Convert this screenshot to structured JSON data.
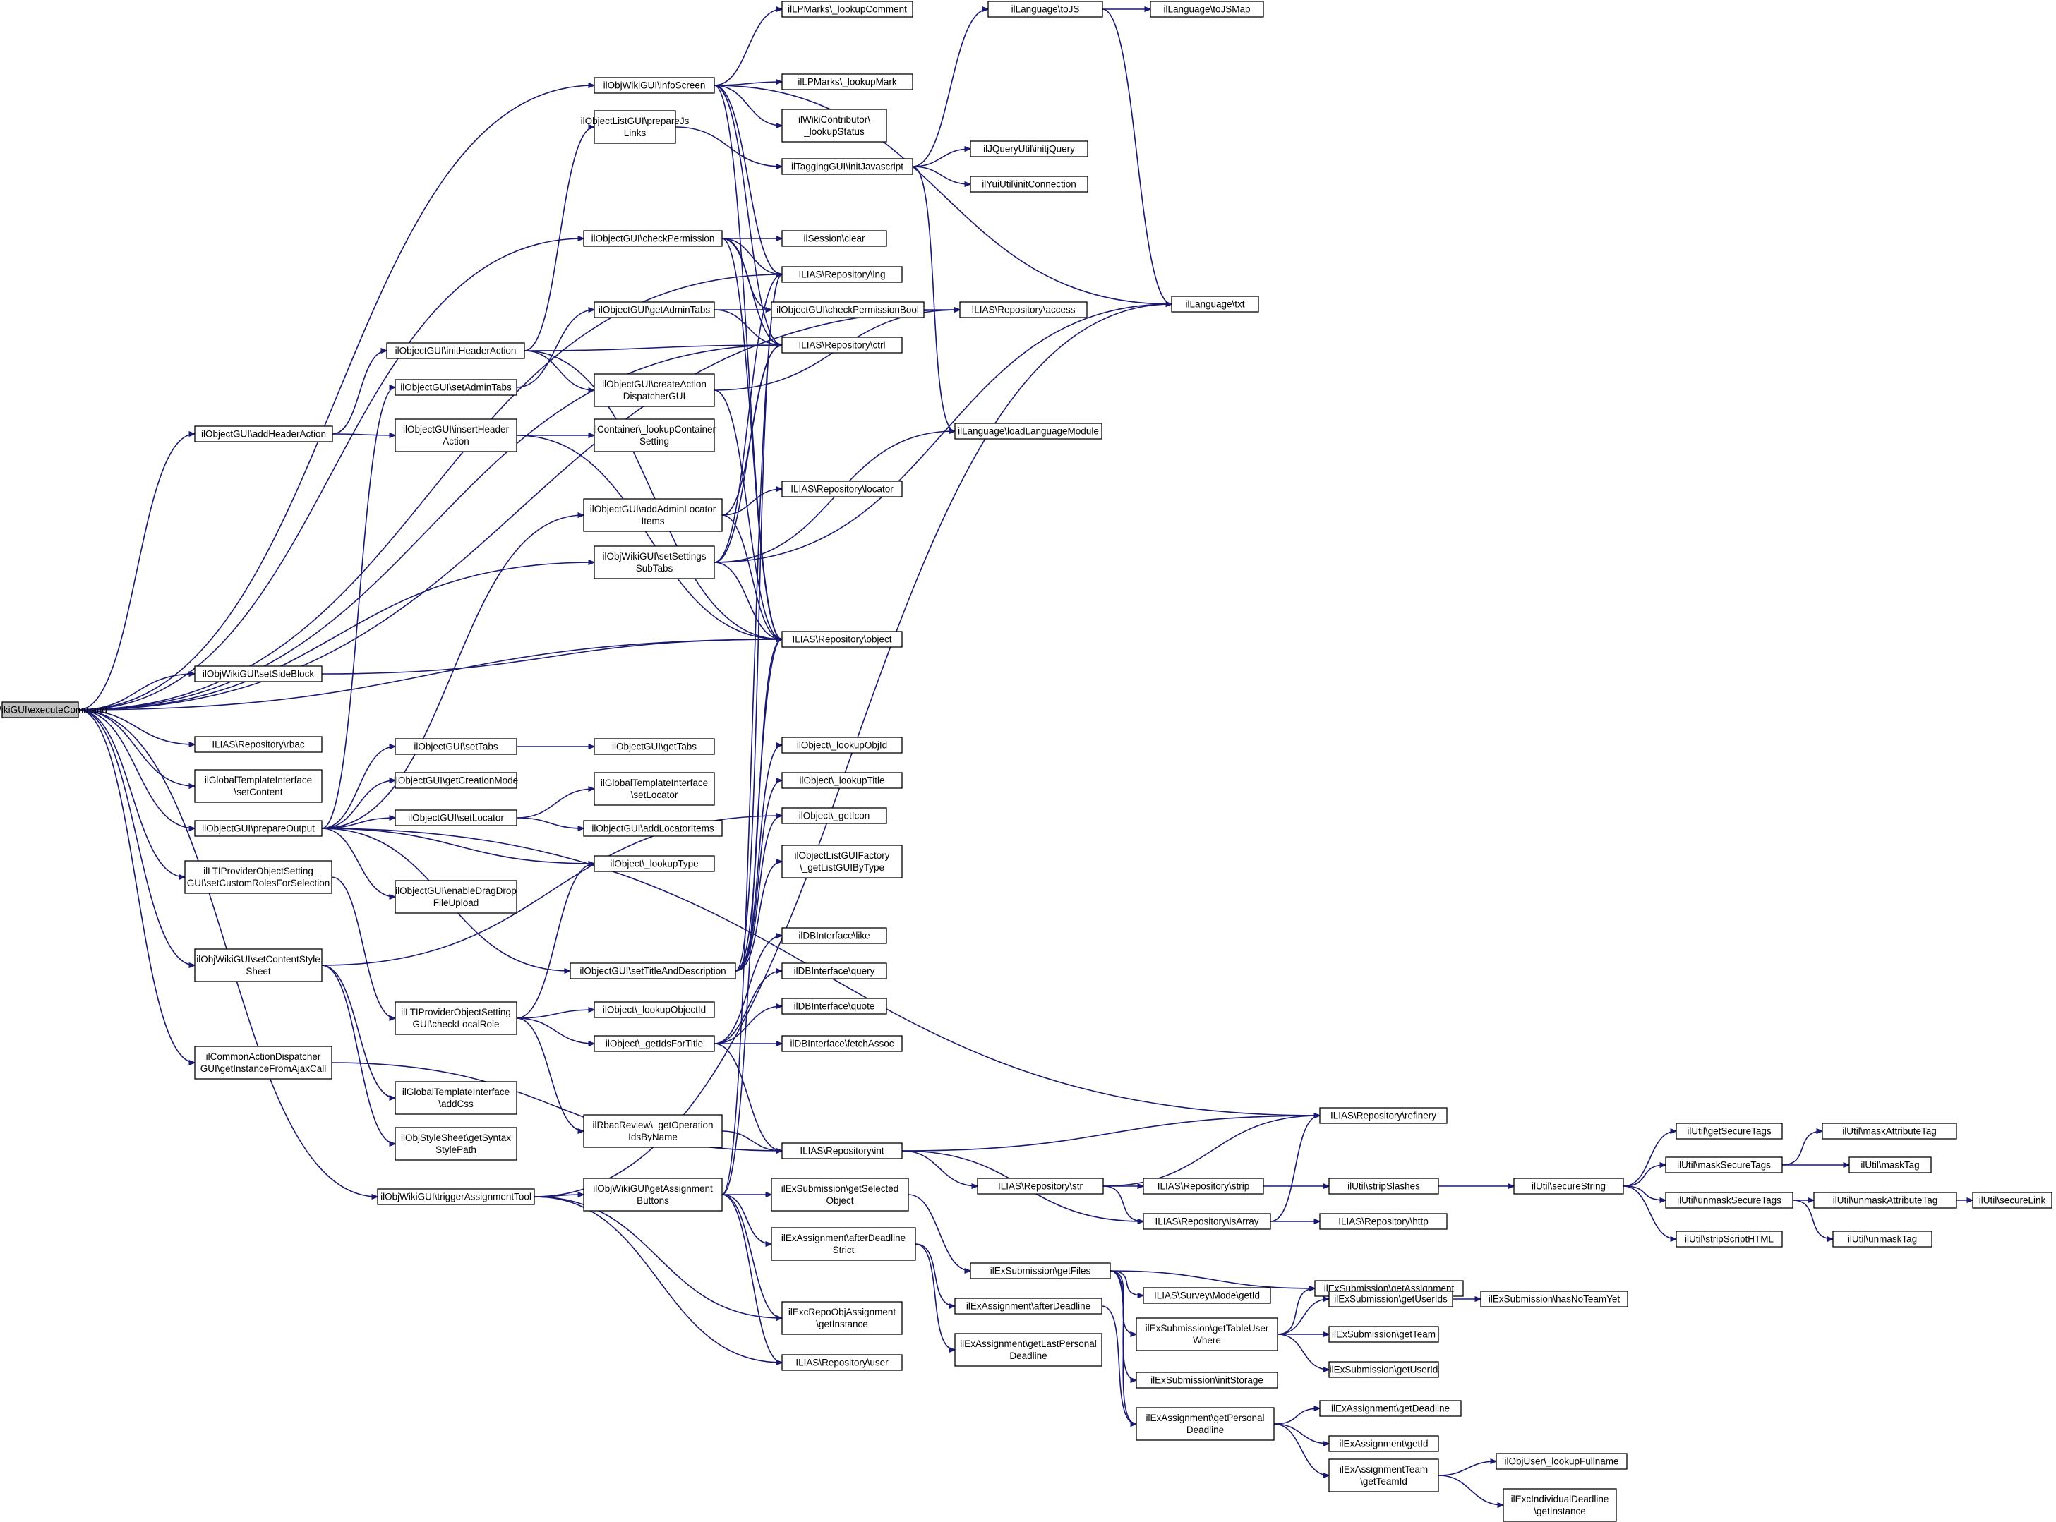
{
  "nodes": [
    {
      "id": "n0",
      "lines": [
        "ilObjWikiGUI\\executeCommand"
      ],
      "root": true
    },
    {
      "id": "n1",
      "lines": [
        "ilObjWikiGUI\\infoScreen"
      ]
    },
    {
      "id": "n2",
      "lines": [
        "ilObjectListGUI\\prepareJs",
        "Links"
      ]
    },
    {
      "id": "n3",
      "lines": [
        "ilObjectGUI\\checkPermission"
      ]
    },
    {
      "id": "n4",
      "lines": [
        "ilObjectGUI\\getAdminTabs"
      ]
    },
    {
      "id": "n5",
      "lines": [
        "ilObjectGUI\\initHeaderAction"
      ]
    },
    {
      "id": "n6",
      "lines": [
        "ilObjectGUI\\setAdminTabs"
      ]
    },
    {
      "id": "n7",
      "lines": [
        "ilObjectGUI\\createAction",
        "DispatcherGUI"
      ]
    },
    {
      "id": "n8",
      "lines": [
        "ilObjectGUI\\addHeaderAction"
      ]
    },
    {
      "id": "n9",
      "lines": [
        "ilObjectGUI\\insertHeader",
        "Action"
      ]
    },
    {
      "id": "n10",
      "lines": [
        "ilContainer\\_lookupContainer",
        "Setting"
      ]
    },
    {
      "id": "n11",
      "lines": [
        "ilObjectGUI\\addAdminLocator",
        "Items"
      ]
    },
    {
      "id": "n12",
      "lines": [
        "ilObjWikiGUI\\setSettings",
        "SubTabs"
      ]
    },
    {
      "id": "n13",
      "lines": [
        "ilObjWikiGUI\\setSideBlock"
      ]
    },
    {
      "id": "n14",
      "lines": [
        "ILIAS\\Repository\\rbac"
      ]
    },
    {
      "id": "n15",
      "lines": [
        "ilGlobalTemplateInterface",
        "\\setContent"
      ]
    },
    {
      "id": "n16",
      "lines": [
        "ilObjectGUI\\prepareOutput"
      ]
    },
    {
      "id": "n17",
      "lines": [
        "ilLTIProviderObjectSetting",
        "GUI\\setCustomRolesForSelection"
      ]
    },
    {
      "id": "n18",
      "lines": [
        "ilObjWikiGUI\\setContentStyle",
        "Sheet"
      ]
    },
    {
      "id": "n19",
      "lines": [
        "ilCommonActionDispatcher",
        "GUI\\getInstanceFromAjaxCall"
      ]
    },
    {
      "id": "n20",
      "lines": [
        "ilObjWikiGUI\\triggerAssignmentTool"
      ]
    },
    {
      "id": "n21",
      "lines": [
        "ilObjectGUI\\setTabs"
      ]
    },
    {
      "id": "n22",
      "lines": [
        "ilObjectGUI\\getCreationMode"
      ]
    },
    {
      "id": "n23",
      "lines": [
        "ilObjectGUI\\setLocator"
      ]
    },
    {
      "id": "n24",
      "lines": [
        "ilObjectGUI\\enableDragDrop",
        "FileUpload"
      ]
    },
    {
      "id": "n25",
      "lines": [
        "ilLTIProviderObjectSetting",
        "GUI\\checkLocalRole"
      ]
    },
    {
      "id": "n26",
      "lines": [
        "ilGlobalTemplateInterface",
        "\\addCss"
      ]
    },
    {
      "id": "n27",
      "lines": [
        "ilObjStyleSheet\\getSyntax",
        "StylePath"
      ]
    },
    {
      "id": "n28",
      "lines": [
        "ilLPMarks\\_lookupComment"
      ]
    },
    {
      "id": "n29",
      "lines": [
        "ilLPMarks\\_lookupMark"
      ]
    },
    {
      "id": "n30",
      "lines": [
        "ilWikiContributor\\",
        "_lookupStatus"
      ]
    },
    {
      "id": "n31",
      "lines": [
        "ilTaggingGUI\\initJavascript"
      ]
    },
    {
      "id": "n32",
      "lines": [
        "ilSession\\clear"
      ]
    },
    {
      "id": "n33",
      "lines": [
        "ILIAS\\Repository\\lng"
      ]
    },
    {
      "id": "n34",
      "lines": [
        "ilObjectGUI\\checkPermissionBool"
      ]
    },
    {
      "id": "n35",
      "lines": [
        "ILIAS\\Repository\\ctrl"
      ]
    },
    {
      "id": "n36",
      "lines": [
        "ILIAS\\Repository\\locator"
      ]
    },
    {
      "id": "n37",
      "lines": [
        "ILIAS\\Repository\\object"
      ]
    },
    {
      "id": "n38",
      "lines": [
        "ilObjectGUI\\getTabs"
      ]
    },
    {
      "id": "n39",
      "lines": [
        "ilGlobalTemplateInterface",
        "\\setLocator"
      ]
    },
    {
      "id": "n40",
      "lines": [
        "ilObjectGUI\\addLocatorItems"
      ]
    },
    {
      "id": "n41",
      "lines": [
        "ilObject\\_lookupType"
      ]
    },
    {
      "id": "n42",
      "lines": [
        "ilObject\\_lookupObjId"
      ]
    },
    {
      "id": "n43",
      "lines": [
        "ilObject\\_lookupTitle"
      ]
    },
    {
      "id": "n44",
      "lines": [
        "ilObject\\_getIcon"
      ]
    },
    {
      "id": "n45",
      "lines": [
        "ilObjectListGUIFactory",
        "\\_getListGUIByType"
      ]
    },
    {
      "id": "n46",
      "lines": [
        "ilObjectGUI\\setTitleAndDescription"
      ]
    },
    {
      "id": "n47",
      "lines": [
        "ilObject\\_lookupObjectId"
      ]
    },
    {
      "id": "n48",
      "lines": [
        "ilObject\\_getIdsForTitle"
      ]
    },
    {
      "id": "n49",
      "lines": [
        "ilRbacReview\\_getOperation",
        "IdsByName"
      ]
    },
    {
      "id": "n50",
      "lines": [
        "ilDBInterface\\like"
      ]
    },
    {
      "id": "n51",
      "lines": [
        "ilDBInterface\\query"
      ]
    },
    {
      "id": "n52",
      "lines": [
        "ilDBInterface\\quote"
      ]
    },
    {
      "id": "n53",
      "lines": [
        "ilDBInterface\\fetchAssoc"
      ]
    },
    {
      "id": "n54",
      "lines": [
        "ILIAS\\Repository\\int"
      ]
    },
    {
      "id": "n55",
      "lines": [
        "ilObjWikiGUI\\getAssignment",
        "Buttons"
      ]
    },
    {
      "id": "n56",
      "lines": [
        "ilExSubmission\\getSelected",
        "Object"
      ]
    },
    {
      "id": "n57",
      "lines": [
        "ilExAssignment\\afterDeadline",
        "Strict"
      ]
    },
    {
      "id": "n58",
      "lines": [
        "ilExcRepoObjAssignment",
        "\\getInstance"
      ]
    },
    {
      "id": "n59",
      "lines": [
        "ILIAS\\Repository\\user"
      ]
    },
    {
      "id": "n60",
      "lines": [
        "ilLanguage\\toJS"
      ]
    },
    {
      "id": "n61",
      "lines": [
        "ilLanguage\\toJSMap"
      ]
    },
    {
      "id": "n62",
      "lines": [
        "ilJQueryUtil\\initjQuery"
      ]
    },
    {
      "id": "n63",
      "lines": [
        "ilYuiUtil\\initConnection"
      ]
    },
    {
      "id": "n64",
      "lines": [
        "ilLanguage\\txt"
      ]
    },
    {
      "id": "n65",
      "lines": [
        "ILIAS\\Repository\\access"
      ]
    },
    {
      "id": "n66",
      "lines": [
        "ilLanguage\\loadLanguageModule"
      ]
    },
    {
      "id": "n67",
      "lines": [
        "ILIAS\\Repository\\str"
      ]
    },
    {
      "id": "n68",
      "lines": [
        "ILIAS\\Repository\\isArray"
      ]
    },
    {
      "id": "n69",
      "lines": [
        "ILIAS\\Repository\\strip"
      ]
    },
    {
      "id": "n70",
      "lines": [
        "ILIAS\\Repository\\http"
      ]
    },
    {
      "id": "n71",
      "lines": [
        "ILIAS\\Repository\\refinery"
      ]
    },
    {
      "id": "n72",
      "lines": [
        "ilUtil\\stripSlashes"
      ]
    },
    {
      "id": "n73",
      "lines": [
        "ilExSubmission\\getFiles"
      ]
    },
    {
      "id": "n74",
      "lines": [
        "ilExAssignment\\afterDeadline"
      ]
    },
    {
      "id": "n75",
      "lines": [
        "ilExAssignment\\getLastPersonal",
        "Deadline"
      ]
    },
    {
      "id": "n76",
      "lines": [
        "ILIAS\\Survey\\Mode\\getId"
      ]
    },
    {
      "id": "n77",
      "lines": [
        "ilExSubmission\\getTableUser",
        "Where"
      ]
    },
    {
      "id": "n78",
      "lines": [
        "ilExSubmission\\initStorage"
      ]
    },
    {
      "id": "n79",
      "lines": [
        "ilExAssignment\\getPersonal",
        "Deadline"
      ]
    },
    {
      "id": "n80",
      "lines": [
        "ilExSubmission\\getAssignment"
      ]
    },
    {
      "id": "n81",
      "lines": [
        "ilExSubmission\\getUserIds"
      ]
    },
    {
      "id": "n82",
      "lines": [
        "ilExSubmission\\getTeam"
      ]
    },
    {
      "id": "n83",
      "lines": [
        "ilExSubmission\\getUserId"
      ]
    },
    {
      "id": "n84",
      "lines": [
        "ilExSubmission\\hasNoTeamYet"
      ]
    },
    {
      "id": "n85",
      "lines": [
        "ilExAssignment\\getDeadline"
      ]
    },
    {
      "id": "n86",
      "lines": [
        "ilExAssignment\\getId"
      ]
    },
    {
      "id": "n87",
      "lines": [
        "ilExAssignmentTeam",
        "\\getTeamId"
      ]
    },
    {
      "id": "n88",
      "lines": [
        "ilObjUser\\_lookupFullname"
      ]
    },
    {
      "id": "n89",
      "lines": [
        "ilExcIndividualDeadline",
        "\\getInstance"
      ]
    },
    {
      "id": "n90",
      "lines": [
        "ilUtil\\secureString"
      ]
    },
    {
      "id": "n91",
      "lines": [
        "ilUtil\\getSecureTags"
      ]
    },
    {
      "id": "n92",
      "lines": [
        "ilUtil\\maskSecureTags"
      ]
    },
    {
      "id": "n93",
      "lines": [
        "ilUtil\\unmaskSecureTags"
      ]
    },
    {
      "id": "n94",
      "lines": [
        "ilUtil\\stripScriptHTML"
      ]
    },
    {
      "id": "n95",
      "lines": [
        "ilUtil\\maskAttributeTag"
      ]
    },
    {
      "id": "n96",
      "lines": [
        "ilUtil\\maskTag"
      ]
    },
    {
      "id": "n97",
      "lines": [
        "ilUtil\\unmaskAttributeTag"
      ]
    },
    {
      "id": "n98",
      "lines": [
        "ilUtil\\unmaskTag"
      ]
    },
    {
      "id": "n99",
      "lines": [
        "ilUtil\\secureLink"
      ]
    }
  ],
  "edges": [
    [
      "n0",
      "n1"
    ],
    [
      "n0",
      "n3"
    ],
    [
      "n0",
      "n8"
    ],
    [
      "n0",
      "n12"
    ],
    [
      "n0",
      "n13"
    ],
    [
      "n0",
      "n14"
    ],
    [
      "n0",
      "n15"
    ],
    [
      "n0",
      "n16"
    ],
    [
      "n0",
      "n17"
    ],
    [
      "n0",
      "n18"
    ],
    [
      "n0",
      "n19"
    ],
    [
      "n0",
      "n20"
    ],
    [
      "n0",
      "n33"
    ],
    [
      "n0",
      "n35"
    ],
    [
      "n0",
      "n37"
    ],
    [
      "n0",
      "n65"
    ],
    [
      "n1",
      "n28"
    ],
    [
      "n1",
      "n29"
    ],
    [
      "n1",
      "n30"
    ],
    [
      "n1",
      "n33"
    ],
    [
      "n1",
      "n35"
    ],
    [
      "n1",
      "n37"
    ],
    [
      "n1",
      "n64"
    ],
    [
      "n2",
      "n31"
    ],
    [
      "n3",
      "n32"
    ],
    [
      "n3",
      "n33"
    ],
    [
      "n3",
      "n34"
    ],
    [
      "n3",
      "n35"
    ],
    [
      "n3",
      "n37"
    ],
    [
      "n4",
      "n35"
    ],
    [
      "n4",
      "n34"
    ],
    [
      "n5",
      "n2"
    ],
    [
      "n5",
      "n7"
    ],
    [
      "n5",
      "n35"
    ],
    [
      "n5",
      "n37"
    ],
    [
      "n6",
      "n4"
    ],
    [
      "n7",
      "n65"
    ],
    [
      "n7",
      "n37"
    ],
    [
      "n8",
      "n5"
    ],
    [
      "n8",
      "n9"
    ],
    [
      "n9",
      "n10"
    ],
    [
      "n9",
      "n37"
    ],
    [
      "n11",
      "n36"
    ],
    [
      "n11",
      "n35"
    ],
    [
      "n11",
      "n37"
    ],
    [
      "n12",
      "n33"
    ],
    [
      "n12",
      "n35"
    ],
    [
      "n12",
      "n64"
    ],
    [
      "n12",
      "n66"
    ],
    [
      "n12",
      "n37"
    ],
    [
      "n13",
      "n37"
    ],
    [
      "n16",
      "n6"
    ],
    [
      "n16",
      "n11"
    ],
    [
      "n16",
      "n21"
    ],
    [
      "n16",
      "n22"
    ],
    [
      "n16",
      "n23"
    ],
    [
      "n16",
      "n24"
    ],
    [
      "n16",
      "n41"
    ],
    [
      "n16",
      "n46"
    ],
    [
      "n16",
      "n71"
    ],
    [
      "n17",
      "n25"
    ],
    [
      "n18",
      "n26"
    ],
    [
      "n18",
      "n27"
    ],
    [
      "n18",
      "n44"
    ],
    [
      "n19",
      "n54"
    ],
    [
      "n20",
      "n55"
    ],
    [
      "n20",
      "n58"
    ],
    [
      "n20",
      "n59"
    ],
    [
      "n20",
      "n64"
    ],
    [
      "n21",
      "n38"
    ],
    [
      "n23",
      "n39"
    ],
    [
      "n23",
      "n40"
    ],
    [
      "n25",
      "n41"
    ],
    [
      "n25",
      "n47"
    ],
    [
      "n25",
      "n48"
    ],
    [
      "n25",
      "n49"
    ],
    [
      "n31",
      "n60"
    ],
    [
      "n31",
      "n62"
    ],
    [
      "n31",
      "n63"
    ],
    [
      "n31",
      "n66"
    ],
    [
      "n34",
      "n65"
    ],
    [
      "n46",
      "n37"
    ],
    [
      "n46",
      "n42"
    ],
    [
      "n46",
      "n43"
    ],
    [
      "n46",
      "n44"
    ],
    [
      "n46",
      "n45"
    ],
    [
      "n46",
      "n33"
    ],
    [
      "n48",
      "n50"
    ],
    [
      "n48",
      "n51"
    ],
    [
      "n48",
      "n52"
    ],
    [
      "n48",
      "n53"
    ],
    [
      "n48",
      "n54"
    ],
    [
      "n49",
      "n54"
    ],
    [
      "n54",
      "n67"
    ],
    [
      "n54",
      "n68"
    ],
    [
      "n54",
      "n71"
    ],
    [
      "n55",
      "n56"
    ],
    [
      "n55",
      "n57"
    ],
    [
      "n55",
      "n58"
    ],
    [
      "n55",
      "n59"
    ],
    [
      "n55",
      "n33"
    ],
    [
      "n55",
      "n37"
    ],
    [
      "n56",
      "n73"
    ],
    [
      "n57",
      "n74"
    ],
    [
      "n57",
      "n75"
    ],
    [
      "n60",
      "n61"
    ],
    [
      "n60",
      "n64"
    ],
    [
      "n67",
      "n69"
    ],
    [
      "n67",
      "n68"
    ],
    [
      "n67",
      "n71"
    ],
    [
      "n68",
      "n70"
    ],
    [
      "n68",
      "n71"
    ],
    [
      "n69",
      "n72"
    ],
    [
      "n72",
      "n90"
    ],
    [
      "n73",
      "n76"
    ],
    [
      "n73",
      "n77"
    ],
    [
      "n73",
      "n78"
    ],
    [
      "n73",
      "n79"
    ],
    [
      "n73",
      "n80"
    ],
    [
      "n74",
      "n79"
    ],
    [
      "n77",
      "n80"
    ],
    [
      "n77",
      "n81"
    ],
    [
      "n77",
      "n82"
    ],
    [
      "n77",
      "n83"
    ],
    [
      "n79",
      "n85"
    ],
    [
      "n79",
      "n86"
    ],
    [
      "n79",
      "n87"
    ],
    [
      "n81",
      "n84"
    ],
    [
      "n87",
      "n88"
    ],
    [
      "n87",
      "n89"
    ],
    [
      "n90",
      "n91"
    ],
    [
      "n90",
      "n92"
    ],
    [
      "n90",
      "n93"
    ],
    [
      "n90",
      "n94"
    ],
    [
      "n92",
      "n95"
    ],
    [
      "n92",
      "n96"
    ],
    [
      "n93",
      "n97"
    ],
    [
      "n93",
      "n98"
    ],
    [
      "n97",
      "n99"
    ]
  ]
}
